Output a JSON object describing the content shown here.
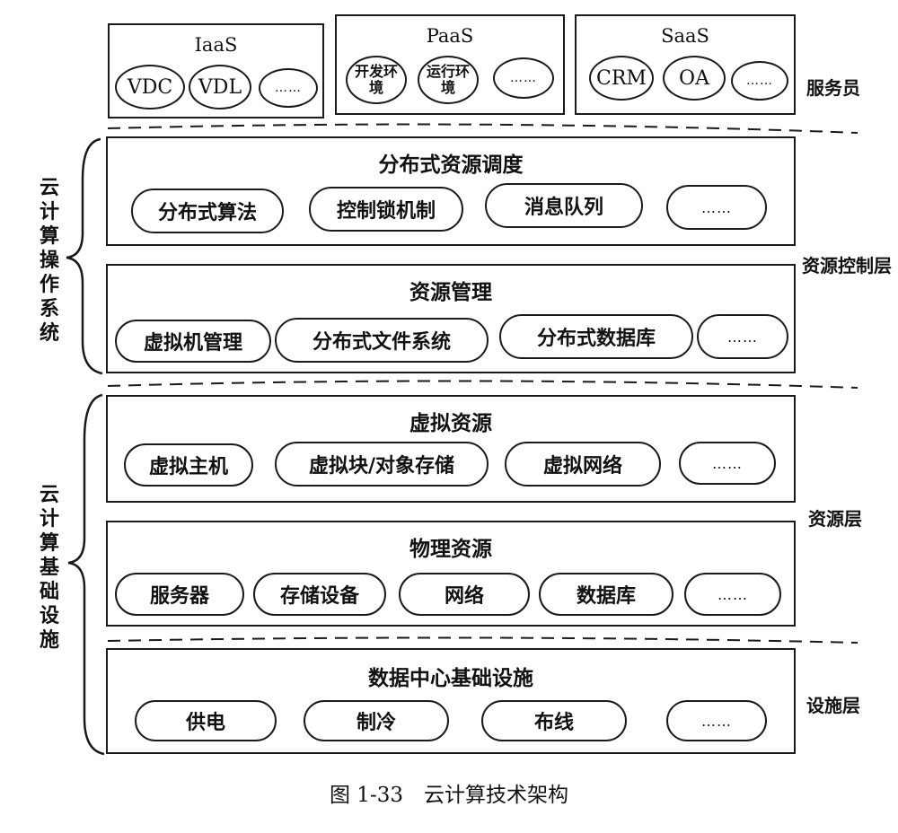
{
  "service_layer": {
    "side_label": "服务员",
    "groups": [
      {
        "title": "IaaS",
        "items": [
          "VDC",
          "VDL",
          "……"
        ]
      },
      {
        "title": "PaaS",
        "items": [
          "开发环境",
          "运行环境",
          "……"
        ]
      },
      {
        "title": "SaaS",
        "items": [
          "CRM",
          "OA",
          "……"
        ]
      }
    ]
  },
  "control_layer": {
    "side_label": "资源控制层",
    "boxes": [
      {
        "title": "分布式资源调度",
        "items": [
          "分布式算法",
          "控制锁机制",
          "消息队列",
          "……"
        ]
      },
      {
        "title": "资源管理",
        "items": [
          "虚拟机管理",
          "分布式文件系统",
          "分布式数据库",
          "……"
        ]
      }
    ]
  },
  "resource_layer": {
    "side_label": "资源层",
    "boxes": [
      {
        "title": "虚拟资源",
        "items": [
          "虚拟主机",
          "虚拟块/对象存储",
          "虚拟网络",
          "……"
        ]
      },
      {
        "title": "物理资源",
        "items": [
          "服务器",
          "存储设备",
          "网络",
          "数据库",
          "……"
        ]
      }
    ]
  },
  "facility_layer": {
    "side_label": "设施层",
    "box": {
      "title": "数据中心基础设施",
      "items": [
        "供电",
        "制冷",
        "布线",
        "……"
      ]
    }
  },
  "brace_labels": {
    "os": "云计算操作系统",
    "infra": "云计算基础设施"
  },
  "caption": "图 1-33　云计算技术架构"
}
